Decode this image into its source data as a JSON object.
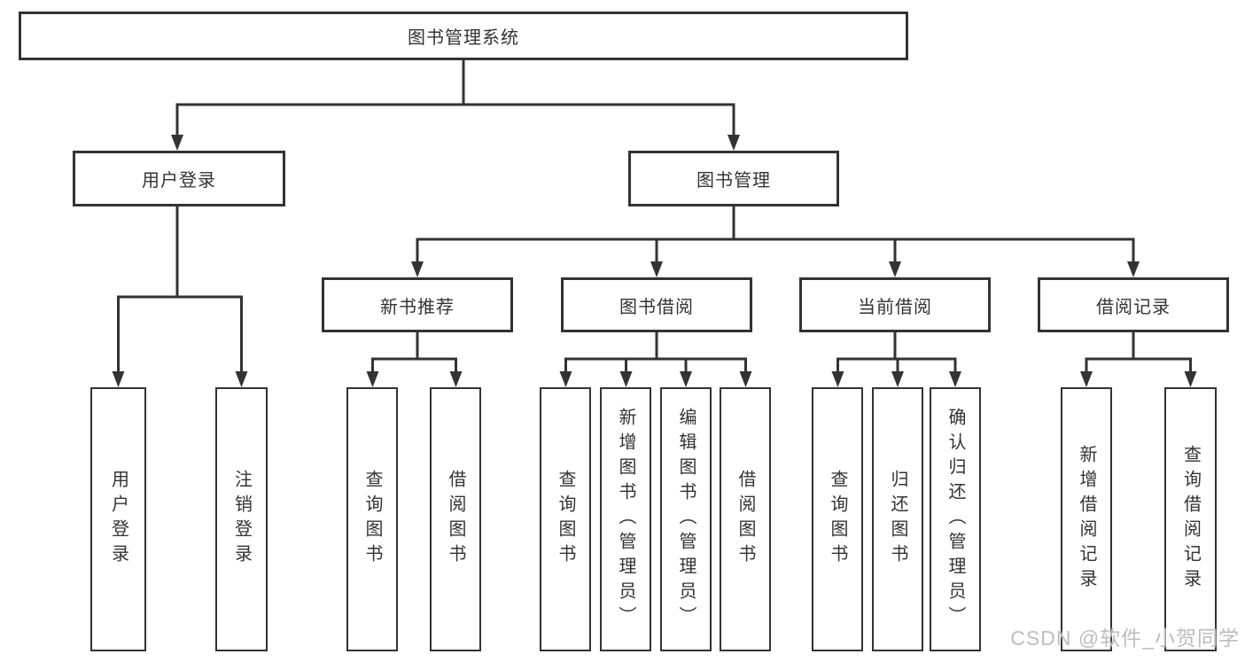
{
  "watermark": "CSDN @软件_小贺同学",
  "colors": {
    "line": "#333333",
    "box_border": "#333333",
    "box_fill": "#ffffff",
    "text": "#333333",
    "watermark": "#bdbdbd"
  },
  "tree": {
    "label": "图书管理系统",
    "children": [
      {
        "label": "用户登录",
        "children": [
          {
            "label": "用户登录"
          },
          {
            "label": "注销登录"
          }
        ]
      },
      {
        "label": "图书管理",
        "children": [
          {
            "label": "新书推荐",
            "children": [
              {
                "label": "查询图书"
              },
              {
                "label": "借阅图书"
              }
            ]
          },
          {
            "label": "图书借阅",
            "children": [
              {
                "label": "查询图书"
              },
              {
                "label": "新增图书（管理员）"
              },
              {
                "label": "编辑图书（管理员）"
              },
              {
                "label": "借阅图书"
              }
            ]
          },
          {
            "label": "当前借阅",
            "children": [
              {
                "label": "查询图书"
              },
              {
                "label": "归还图书"
              },
              {
                "label": "确认归还（管理员）"
              }
            ]
          },
          {
            "label": "借阅记录",
            "children": [
              {
                "label": "新增借阅记录"
              },
              {
                "label": "查询借阅记录"
              }
            ]
          }
        ]
      }
    ]
  }
}
